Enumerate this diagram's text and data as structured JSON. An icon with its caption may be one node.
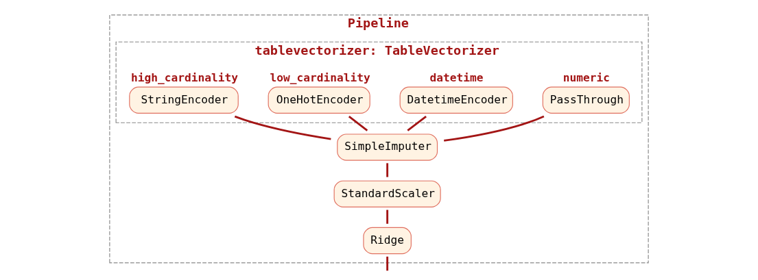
{
  "diagram": {
    "nodes": [
      {
        "text": [
          "Pipeline"
        ]
      },
      {
        "text": [
          "tablevectorizer: TableVectorizer"
        ],
        "in": 0
      },
      {
        "text": [
          "numeric",
          "PassThrough"
        ],
        "in": 1
      },
      {
        "text": [
          "datetime",
          "DatetimeEncoder"
        ],
        "in": 1
      },
      {
        "text": [
          "low_cardinality",
          "OneHotEncoder"
        ],
        "in": 1
      },
      {
        "text": [
          "high_cardinality",
          "StringEncoder"
        ],
        "in": 1
      },
      {
        "text": [
          "SimpleImputer"
        ],
        "in": 0
      },
      {
        "text": [
          "StandardScaler"
        ],
        "in": 0
      },
      {
        "text": [
          "Ridge"
        ],
        "in": 0
      }
    ],
    "edges": [
      {
        "from": 2,
        "to": 6,
        "arrow": "none"
      },
      {
        "from": 3,
        "to": 6,
        "arrow": "none"
      },
      {
        "from": 4,
        "to": 6,
        "arrow": "none"
      },
      {
        "from": 5,
        "to": 6,
        "arrow": "none"
      },
      {
        "from": 6,
        "to": 7,
        "arrow": "none"
      },
      {
        "from": 7,
        "to": 8,
        "arrow": "none"
      },
      {
        "from": 8,
        "to": null,
        "arrow": "none"
      }
    ]
  }
}
